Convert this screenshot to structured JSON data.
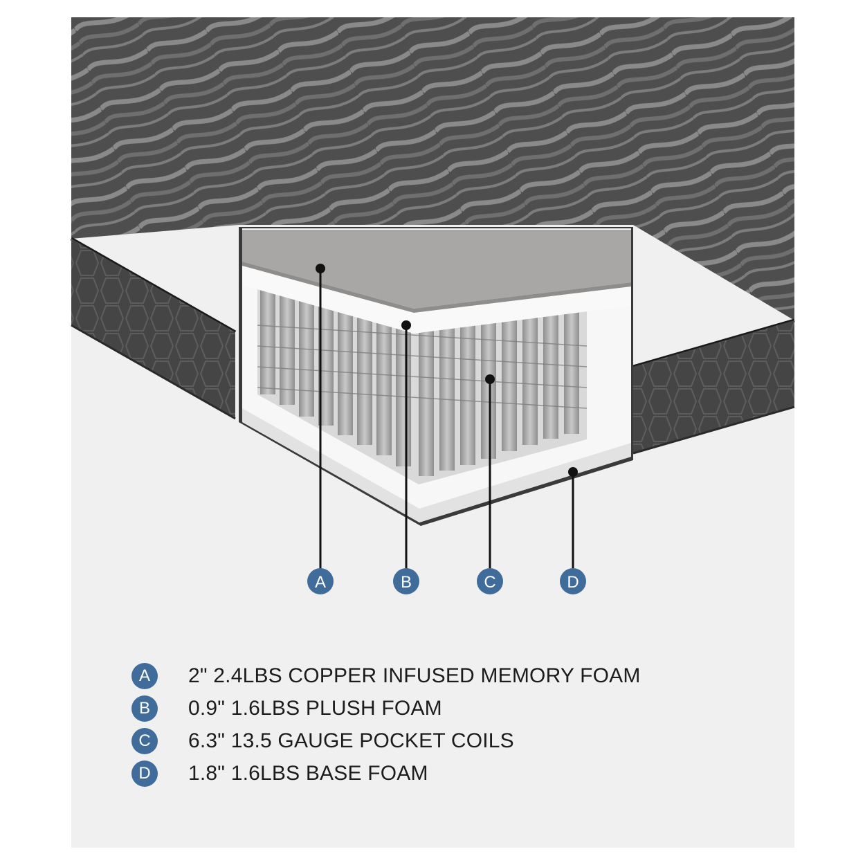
{
  "callouts": [
    {
      "letter": "A",
      "label": "2\" 2.4LBS COPPER INFUSED MEMORY FOAM"
    },
    {
      "letter": "B",
      "label": "0.9\" 1.6LBS PLUSH FOAM"
    },
    {
      "letter": "C",
      "label": "6.3\" 13.5 GAUGE POCKET COILS"
    },
    {
      "letter": "D",
      "label": "1.8\" 1.6LBS BASE FOAM"
    }
  ],
  "colors": {
    "badge": "#3f6c9a",
    "background": "#f0f0f0",
    "cover": "#5a5a5a",
    "memory_foam": "#a9a7a5",
    "white_foam": "#f7f7f7",
    "coils": "#9c9c9c"
  }
}
